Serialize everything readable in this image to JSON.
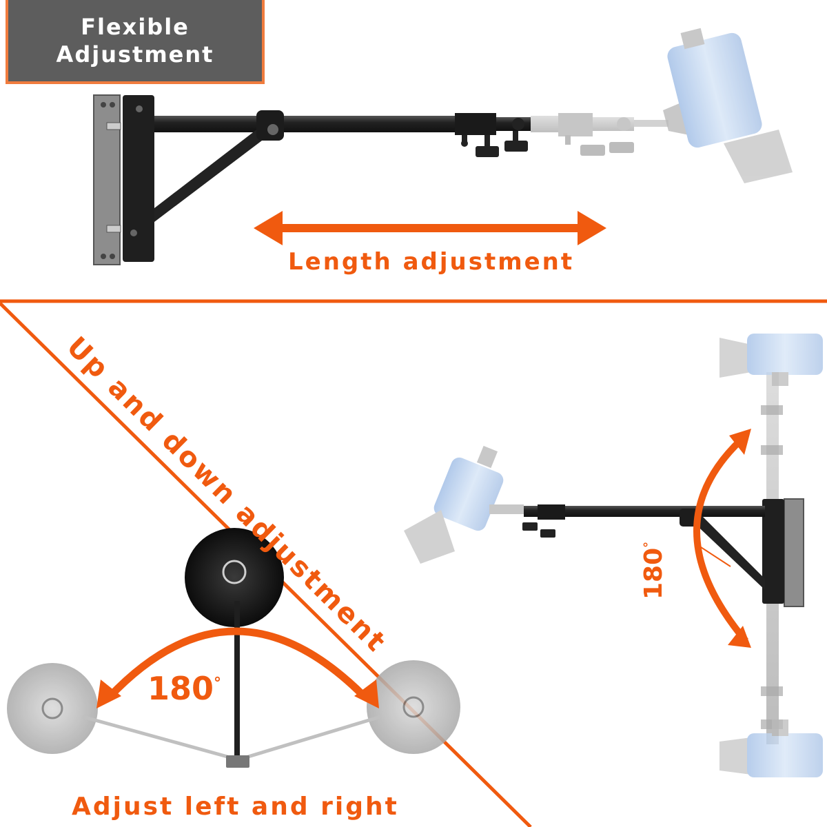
{
  "header": {
    "title_line1": "Flexible",
    "title_line2": "Adjustment"
  },
  "labels": {
    "length": "Length adjustment",
    "updown": "Up and down adjustment",
    "leftright": "Adjust left and right",
    "angle_bottom": "180",
    "angle_right": "180",
    "degree_symbol": "°"
  },
  "colors": {
    "accent": "#f05a0f",
    "title_bg": "#5d5d5d",
    "title_border": "#f07c3e",
    "metal": "#2b2b2b",
    "ghost_metal": "#b9b9b9",
    "light_body": "#bcd2ee"
  }
}
